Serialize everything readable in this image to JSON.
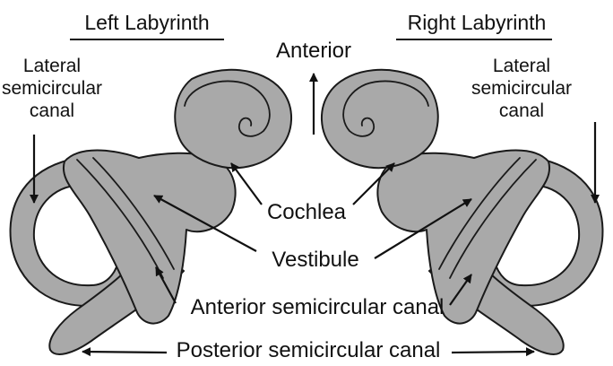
{
  "colors": {
    "structure_fill": "#a9a9a9",
    "outline": "#1a1a1a",
    "background": "#ffffff"
  },
  "titles": {
    "left": "Left Labyrinth",
    "right": "Right Labyrinth"
  },
  "orientation": {
    "label": "Anterior"
  },
  "side_labels": {
    "left": [
      "Lateral",
      "semicircular",
      "canal"
    ],
    "right": [
      "Lateral",
      "semicircular",
      "canal"
    ]
  },
  "center_labels": {
    "cochlea": "Cochlea",
    "vestibule": "Vestibule",
    "anterior_canal": "Anterior semicircular canal",
    "posterior_canal": "Posterior semicircular canal"
  }
}
